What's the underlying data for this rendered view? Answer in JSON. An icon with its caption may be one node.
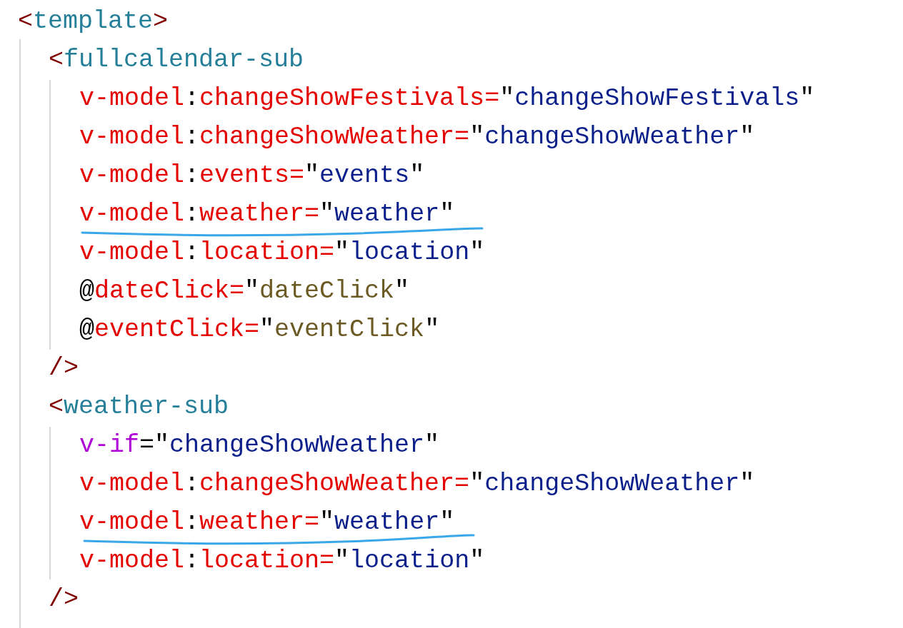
{
  "diagram": {
    "labels": [
      "<template>",
      "<fullcalendar-sub",
      "v-model:changeShowFestivals=\"changeShowFestivals\"",
      "v-model:changeShowWeather=\"changeShowWeather\"",
      "v-model:events=\"events\"",
      "v-model:weather=\"weather\"",
      "v-model:location=\"location\"",
      "@dateClick=\"dateClick\"",
      "@eventClick=\"eventClick\"",
      "/>",
      "<weather-sub",
      "v-if=\"changeShowWeather\"",
      "v-model:changeShowWeather=\"changeShowWeather\"",
      "v-model:weather=\"weather\"",
      "v-model:location=\"location\"",
      "/>"
    ]
  }
}
